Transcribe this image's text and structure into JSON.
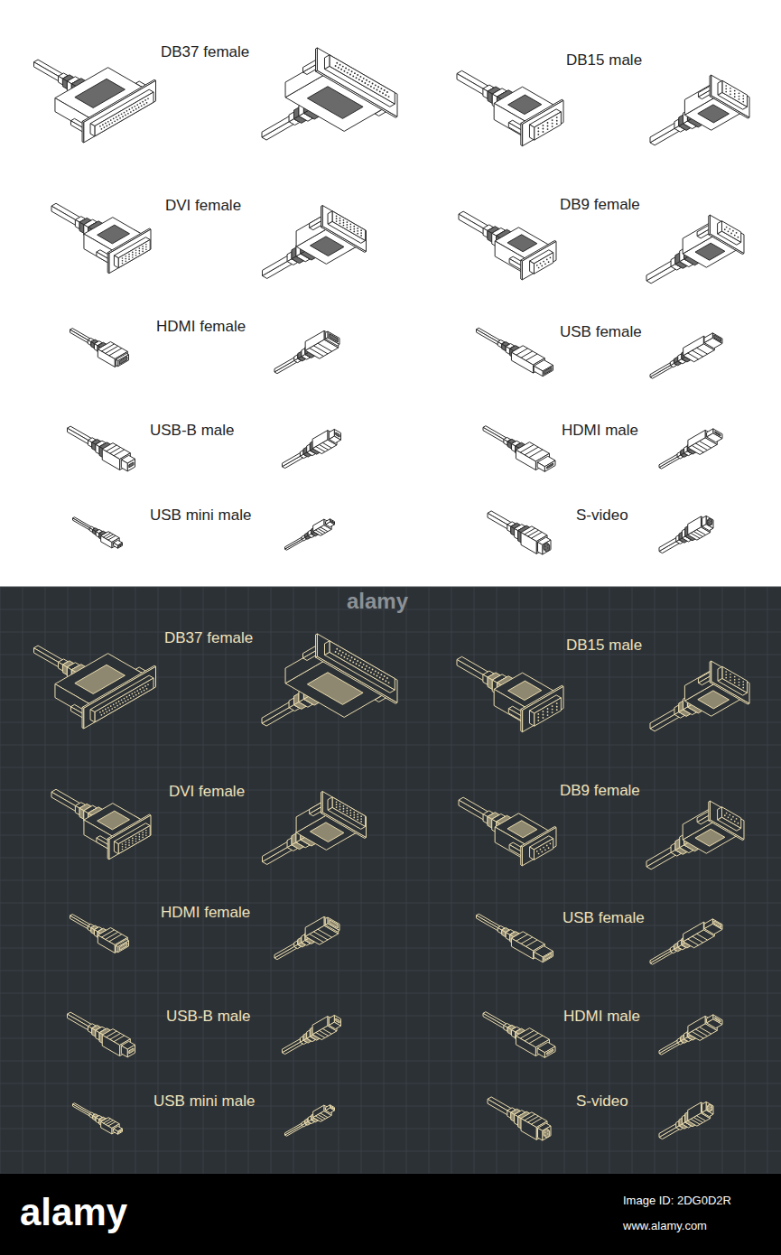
{
  "diagram": {
    "labels": [
      "DB37 female",
      "DB15 male",
      "DVI female",
      "DB9 female",
      "HDMI female",
      "USB female",
      "USB-B male",
      "HDMI male",
      "USB mini male",
      "S-video",
      "DB37 female",
      "DB15 male",
      "DVI female",
      "DB9 female",
      "HDMI female",
      "USB female",
      "USB-B male",
      "HDMI male",
      "USB mini male",
      "S-video",
      "alamy",
      "alamy",
      "Image ID: 2DG0D2R",
      "www.alamy.com"
    ]
  }
}
